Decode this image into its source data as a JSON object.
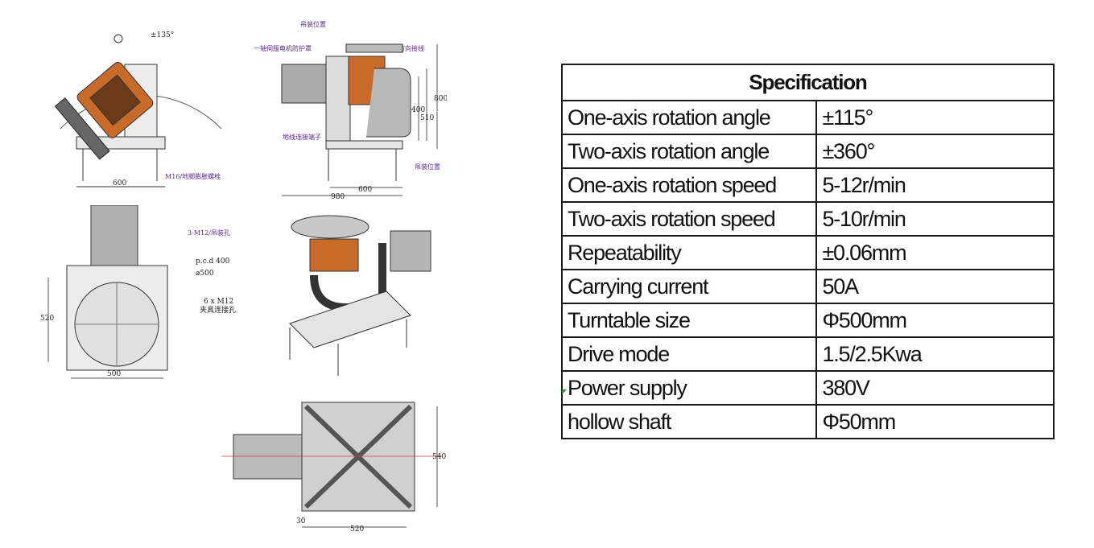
{
  "drawings": {
    "side_view": {
      "angle": "±135°",
      "width": "600",
      "anchor_note": "M16/地脚膨胀螺栓"
    },
    "front_view": {
      "lift_position_top": "吊装位置",
      "motor_guard": "一轴伺服电机防护罩",
      "limit_switch": "万向接线",
      "ground_terminal": "地线连接端子",
      "lift_position_bottom": "吊装位置",
      "h1": "400",
      "h2": "510",
      "h3": "800",
      "w1": "980",
      "w2": "600"
    },
    "top_view": {
      "holes": "3-M12/吊装孔",
      "pcd": "p.c.d 400",
      "dia": "⌀500",
      "fixture_holes_1": "6 x M12",
      "fixture_holes_2": "夹具连接孔",
      "height": "520",
      "width": "500"
    },
    "bottom_view": {
      "height": "540",
      "offset": "30",
      "width": "520"
    }
  },
  "spec": {
    "title": "Specification",
    "rows": [
      {
        "name": "One-axis rotation angle",
        "value": "±115°"
      },
      {
        "name": "Two-axis rotation angle",
        "value": "±360°"
      },
      {
        "name": "One-axis rotation speed",
        "value": "5-12r/min"
      },
      {
        "name": "Two-axis rotation speed",
        "value": "5-10r/min"
      },
      {
        "name": "Repeatability",
        "value": "±0.06mm"
      },
      {
        "name": "Carrying current",
        "value": "50A"
      },
      {
        "name": "Turntable size",
        "value": "Φ500mm"
      },
      {
        "name": "Drive mode",
        "value": "1.5/2.5Kwa"
      },
      {
        "name": "Power supply",
        "value": "380V"
      },
      {
        "name": "hollow shaft",
        "value": "Φ50mm"
      }
    ]
  }
}
